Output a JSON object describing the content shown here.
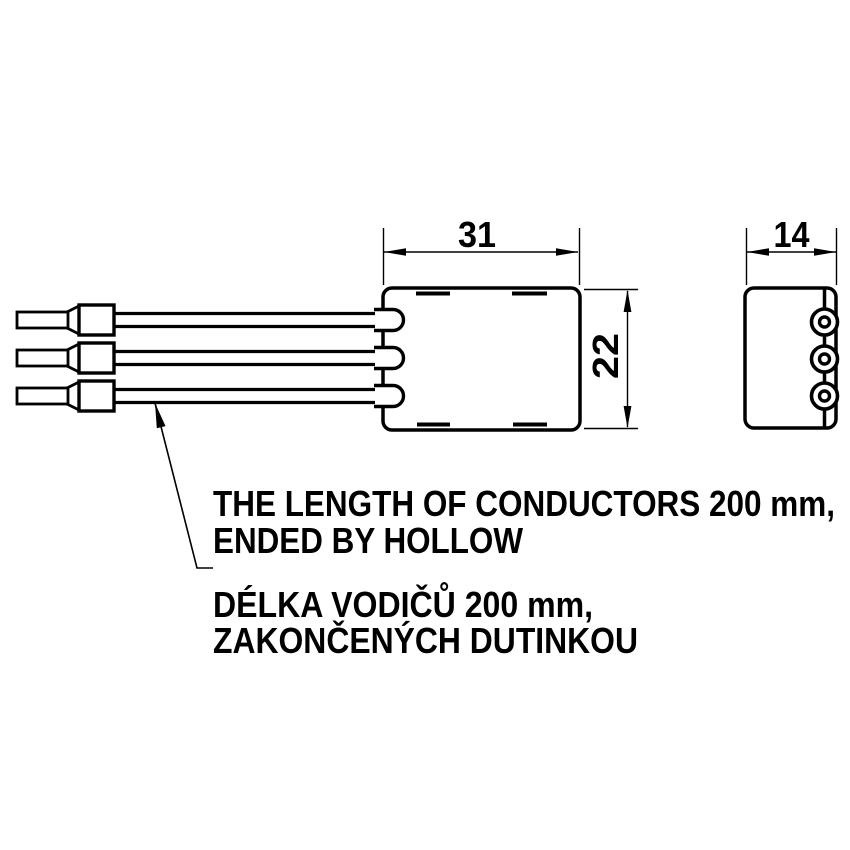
{
  "drawing": {
    "colors": {
      "line": "#000000",
      "background": "#ffffff"
    },
    "front_view": {
      "width_dim": "31",
      "height_dim": "22"
    },
    "side_view": {
      "width_dim": "14"
    },
    "note_en": {
      "line1": "THE LENGTH OF CONDUCTORS 200 mm,",
      "line2": "ENDED BY HOLLOW"
    },
    "note_cs": {
      "line1": "DÉLKA VODIČŮ 200 mm,",
      "line2": "ZAKONČENÝCH DUTINKOU"
    }
  }
}
